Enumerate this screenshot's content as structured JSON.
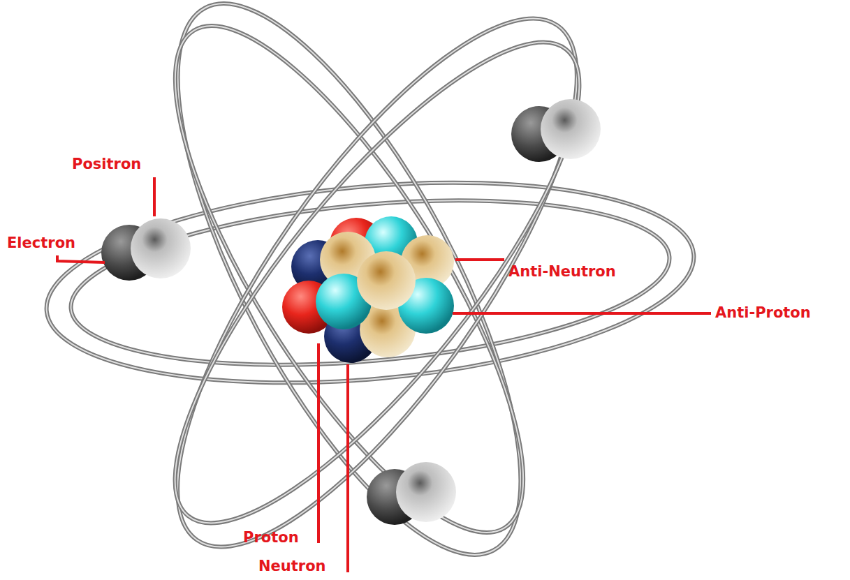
{
  "diagram": {
    "labels": [
      "Positron",
      "Electron",
      "Anti-Neutron",
      "Anti-Proton",
      "Proton",
      "Neutron"
    ]
  }
}
